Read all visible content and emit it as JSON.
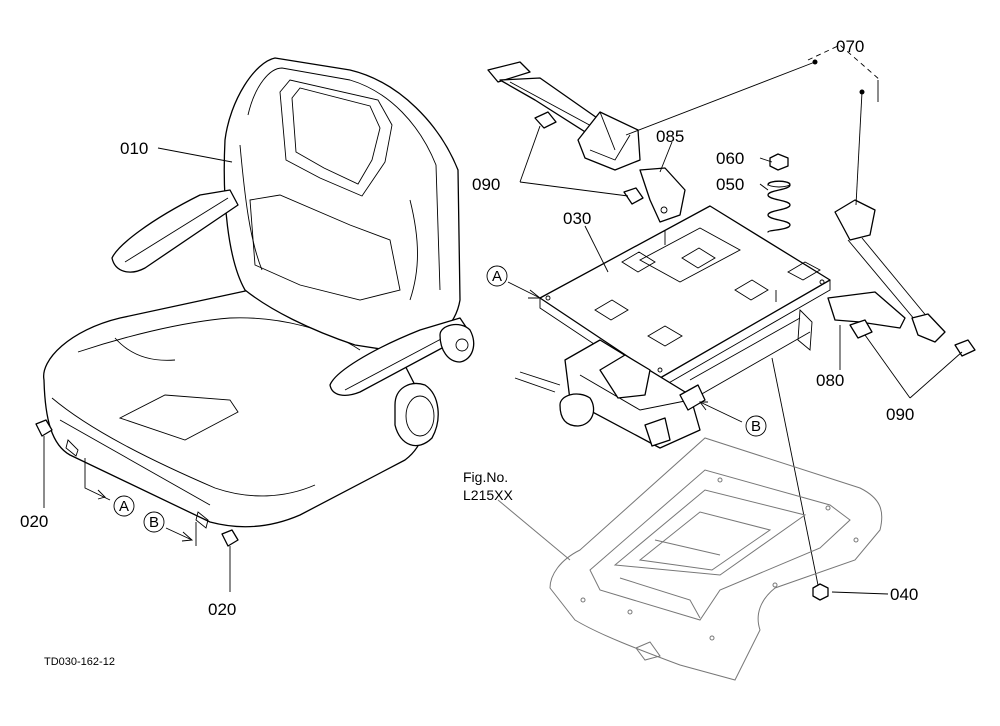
{
  "parts": {
    "p010": "010",
    "p020_left": "020",
    "p020_bottom": "020",
    "p030": "030",
    "p040": "040",
    "p050": "050",
    "p060": "060",
    "p070": "070",
    "p080": "080",
    "p085": "085",
    "p090_top": "090",
    "p090_right": "090"
  },
  "callouts": {
    "a_seat": "A",
    "b_seat": "B",
    "a_frame": "A",
    "b_frame": "B"
  },
  "figure_ref": {
    "line1": "Fig.No.",
    "line2": "L215XX"
  },
  "drawing_code": "TD030-162-12"
}
